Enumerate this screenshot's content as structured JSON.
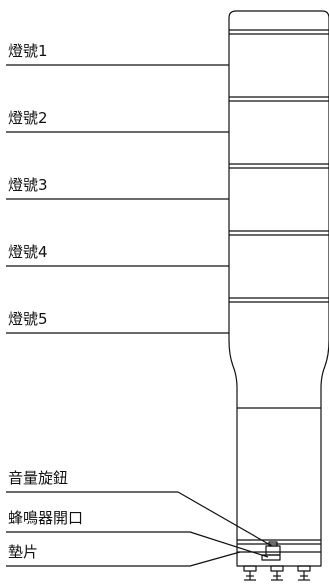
{
  "labels": {
    "signal_1": "燈號1",
    "signal_2": "燈號2",
    "signal_3": "燈號3",
    "signal_4": "燈號4",
    "signal_5": "燈號5",
    "volume_knob": "音量旋鈕",
    "buzzer_opening": "蜂鳴器開口",
    "gasket": "墊片"
  },
  "colors": {
    "line": "#111111",
    "background": "#ffffff"
  }
}
